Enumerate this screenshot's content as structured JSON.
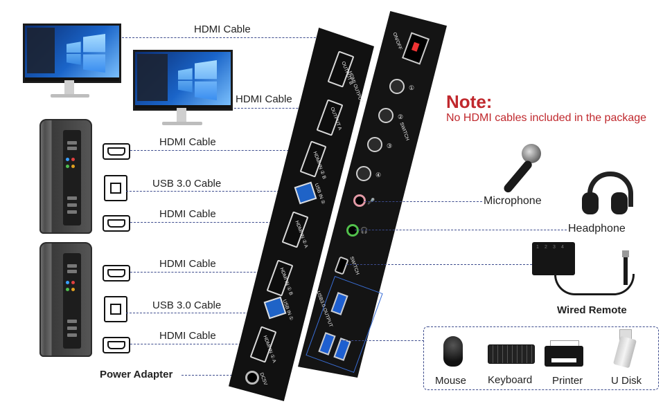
{
  "labels": {
    "hdmi_cable_1": "HDMI Cable",
    "hdmi_cable_2": "HDMI Cable",
    "hdmi_cable_3": "HDMI Cable",
    "usb_cable_1": "USB 3.0 Cable",
    "hdmi_cable_4": "HDMI Cable",
    "hdmi_cable_5": "HDMI Cable",
    "usb_cable_2": "USB 3.0 Cable",
    "hdmi_cable_6": "HDMI Cable",
    "power_adapter": "Power Adapter"
  },
  "note": {
    "title": "Note:",
    "text": "No HDMI cables included in the package",
    "color": "#c0282d"
  },
  "peripherals": {
    "microphone": "Microphone",
    "headphone": "Headphone",
    "wired_remote": "Wired Remote",
    "mouse": "Mouse",
    "keyboard": "Keyboard",
    "printer": "Printer",
    "udisk": "U Disk"
  },
  "device_left": {
    "hdmi_output": "HDMI OUTPUT",
    "output_b": "OUTPUT B",
    "output_a": "OUTPUT A",
    "hdmi_in_2b": "HDMI IN ② B",
    "usb_in_2": "USB IN ②",
    "hdmi_in_2a": "HDMI IN ② A",
    "hdmi_in_1b": "HDMI IN ① B",
    "usb_in_1": "USB IN ①",
    "hdmi_in_1a": "HDMI IN ① A",
    "dc5v": "DC5V"
  },
  "device_right": {
    "onoff": "ON/OFF",
    "switch": "SWITCH",
    "btn1": "①",
    "btn2": "②",
    "btn3": "③",
    "btn4": "④",
    "switch_port": "SWITCH",
    "usb30_output": "USB3.0 OUTPUT"
  },
  "remote_keys": [
    "1",
    "2",
    "3",
    "4"
  ],
  "colors": {
    "dash": "#3b4a8c",
    "device": "#111111",
    "usb_blue": "#1f63c7",
    "note_red": "#c0282d"
  }
}
